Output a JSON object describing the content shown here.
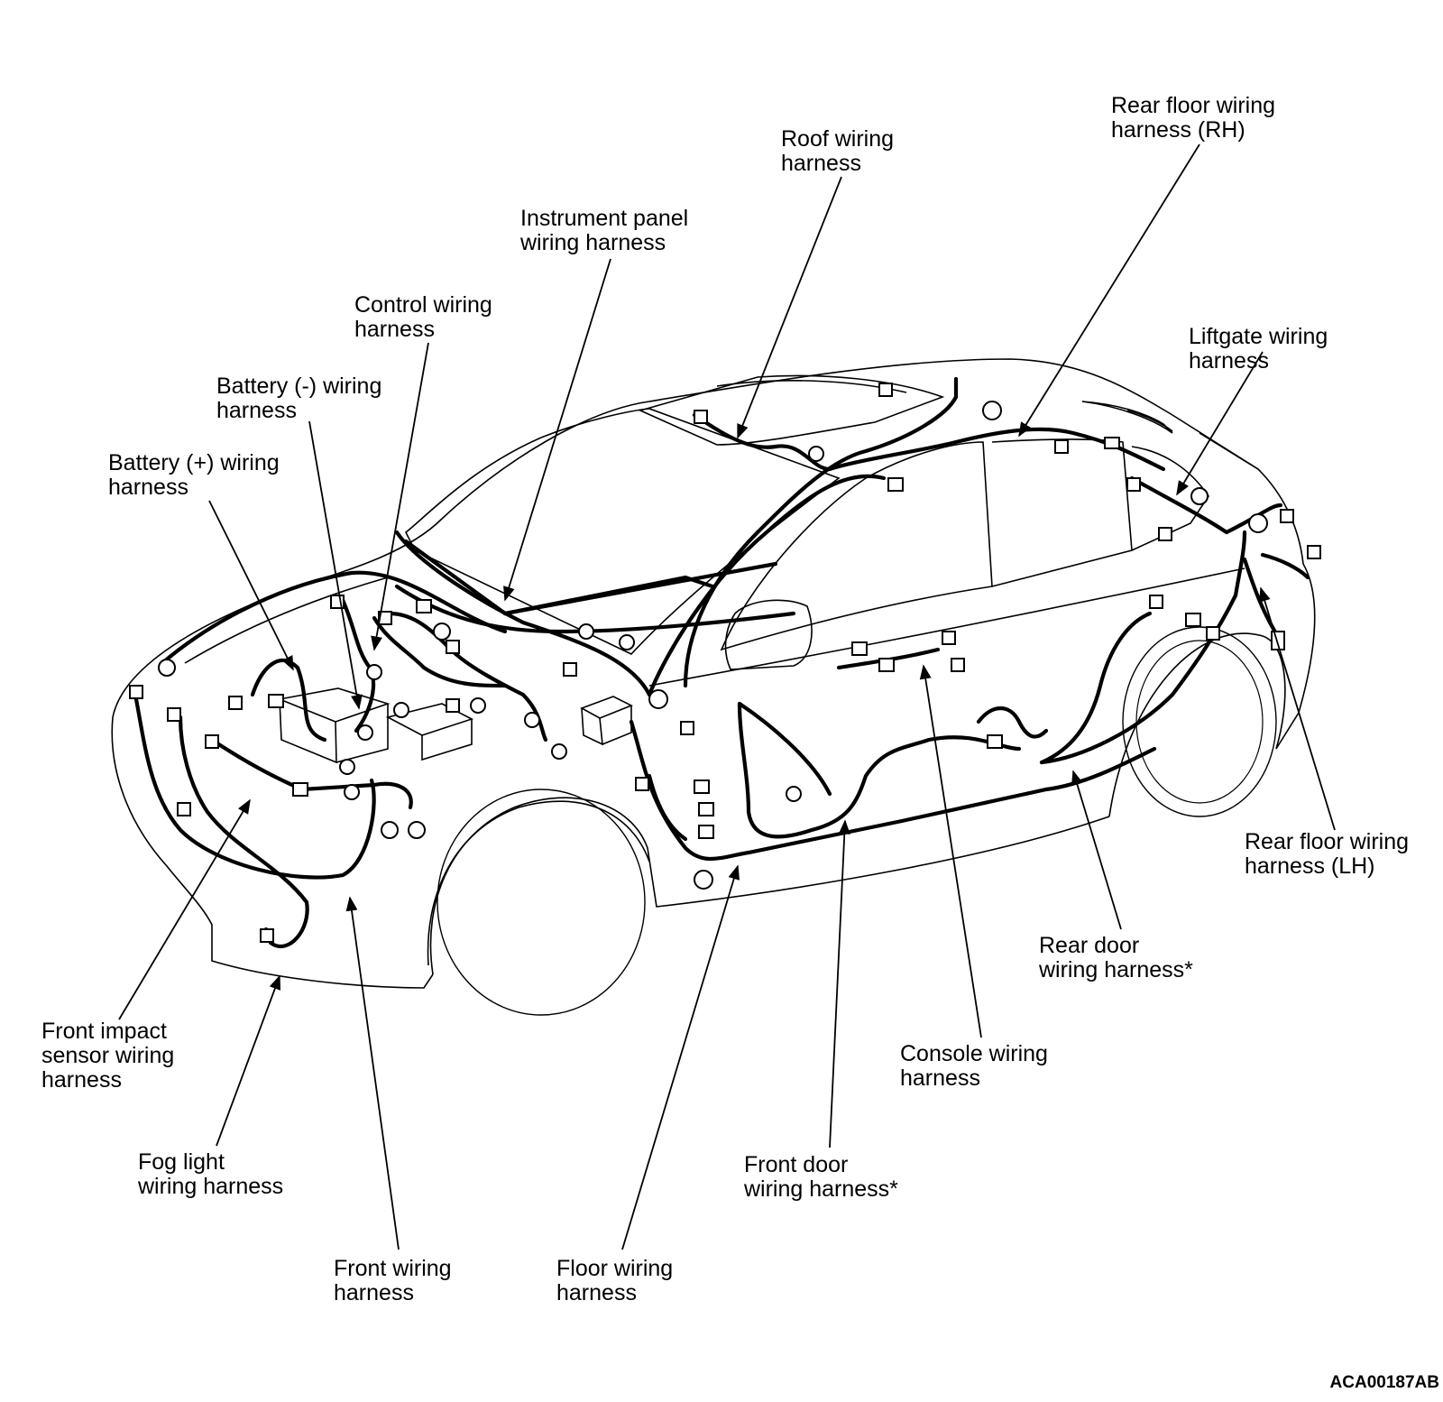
{
  "labels": {
    "roof": "Roof wiring\nharness",
    "rear_floor_rh": "Rear floor wiring\nharness (RH)",
    "instrument_panel": "Instrument panel\nwiring harness",
    "control": "Control wiring\nharness",
    "liftgate": "Liftgate wiring\nharness",
    "battery_neg": "Battery (-) wiring\nharness",
    "battery_pos": "Battery (+) wiring\nharness",
    "rear_floor_lh": "Rear floor wiring\nharness (LH)",
    "rear_door": "Rear door\nwiring harness*",
    "front_impact": "Front impact\nsensor wiring\nharness",
    "console": "Console wiring\nharness",
    "fog_light": "Fog light\nwiring harness",
    "front_door": "Front door\nwiring harness*",
    "front": "Front wiring\nharness",
    "floor": "Floor wiring\nharness"
  },
  "figure_code": "ACA00187AB"
}
